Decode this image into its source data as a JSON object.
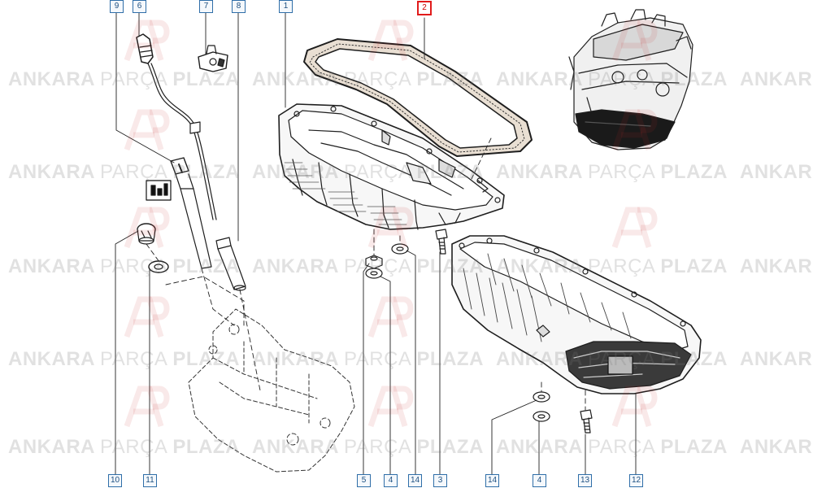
{
  "callouts": [
    {
      "label": "9"
    },
    {
      "label": "6"
    },
    {
      "label": "7"
    },
    {
      "label": "8"
    },
    {
      "label": "1"
    },
    {
      "label": "2"
    },
    {
      "label": "10"
    },
    {
      "label": "11"
    },
    {
      "label": "5"
    },
    {
      "label": "4"
    },
    {
      "label": "14"
    },
    {
      "label": "3"
    },
    {
      "label": "14"
    },
    {
      "label": "4"
    },
    {
      "label": "13"
    },
    {
      "label": "12"
    }
  ],
  "watermark": {
    "brand_left": "ANKARA",
    "brand_mid": "PARÇA",
    "brand_right": "PLAZA",
    "brand_tail": "ANKAR",
    "brand_tail_full": "ANKARA",
    "logo_text": "AP",
    "color": "#9a9a9a"
  },
  "colors": {
    "callout_border": "#2f6ea8",
    "callout_highlight": "#e11b1b",
    "line_art": "#222222",
    "gasket_fill": "#d9c9b8"
  },
  "icons": {
    "engine": "engine-thumbnail-icon",
    "oil_pan": "oil-pan-icon",
    "gasket": "oil-pan-gasket-icon",
    "dipstick": "dipstick-icon"
  }
}
